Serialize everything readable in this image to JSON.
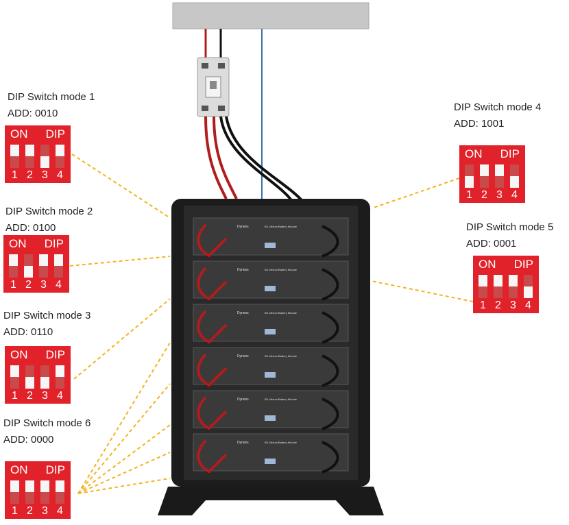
{
  "colors": {
    "dip_red": "#e1222a",
    "dip_knob": "#c84a4a",
    "leader_line": "#f3b31a",
    "cable_red": "#b11c1c",
    "cable_black": "#111111",
    "cable_blue": "#3a6fb0",
    "rack": "#1c1c1c"
  },
  "dip_switch": {
    "on_label": "ON",
    "dip_label": "DIP",
    "numbers": [
      "1",
      "2",
      "3",
      "4"
    ]
  },
  "modes": [
    {
      "title": "DIP Switch mode 1",
      "addr": "ADD: 0010",
      "bits": [
        0,
        0,
        1,
        0
      ]
    },
    {
      "title": "DIP Switch mode 2",
      "addr": "ADD: 0100",
      "bits": [
        0,
        1,
        0,
        0
      ]
    },
    {
      "title": "DIP Switch mode 3",
      "addr": "ADD: 0110",
      "bits": [
        0,
        1,
        1,
        0
      ]
    },
    {
      "title": "DIP Switch mode 4",
      "addr": "ADD: 1001",
      "bits": [
        1,
        0,
        0,
        1
      ]
    },
    {
      "title": "DIP Switch mode 5",
      "addr": "ADD: 0001",
      "bits": [
        0,
        0,
        0,
        1
      ]
    },
    {
      "title": "DIP Switch mode 6",
      "addr": "ADD: 0000",
      "bits": [
        0,
        0,
        0,
        0
      ]
    }
  ],
  "module": {
    "brand": "Dyness",
    "model": "B3 Lithium Battery Module"
  }
}
